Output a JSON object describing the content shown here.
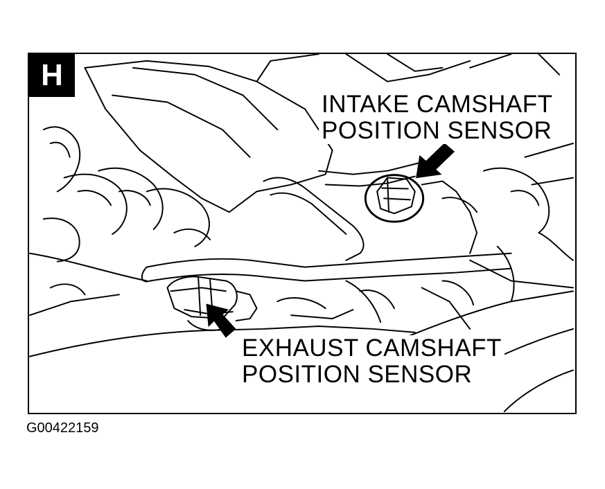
{
  "figure": {
    "panel_letter": "H",
    "callouts": {
      "intake": {
        "line1": "INTAKE CAMSHAFT",
        "line2": "POSITION SENSOR"
      },
      "exhaust": {
        "line1": "EXHAUST CAMSHAFT",
        "line2": "POSITION SENSOR"
      }
    },
    "figure_code": "G00422159"
  }
}
